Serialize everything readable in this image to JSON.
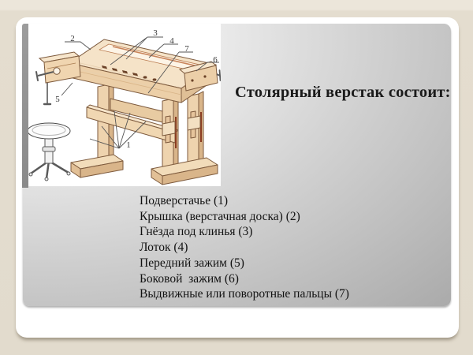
{
  "slide": {
    "title": "Столярный верстак состоит:",
    "parts": [
      "Подверстачье (1)",
      "Крышка (верстачная доска) (2)",
      "Гнёзда под клинья (3)",
      "Лоток (4)",
      "Передний зажим (5)",
      "Боковой  зажим (6)",
      "Выдвижные или поворотные пальцы (7)"
    ],
    "figure": {
      "callouts": [
        "1",
        "2",
        "3",
        "4",
        "5",
        "6",
        "7"
      ]
    },
    "colors": {
      "page_background": "#e4ddcf",
      "card_background": "#ffffff",
      "content_gray": "#a7a7a7",
      "accent_bar": "#8f8f8f",
      "wood_light": "#f5e3c8",
      "wood_mid": "#eccfa8",
      "wood_outline": "#7d5a3d",
      "title_text": "#1b1b1b"
    }
  }
}
